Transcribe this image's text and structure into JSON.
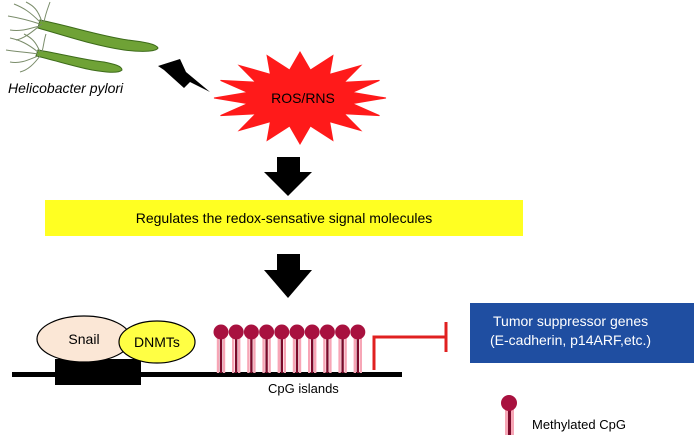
{
  "organism": {
    "name": "Helicobacter pylori"
  },
  "burst": {
    "label": "ROS/RNS",
    "color": "#ff1a1a"
  },
  "step": {
    "label": "Regulates the redox-sensative signal molecules",
    "color": "#ffff22"
  },
  "proteins": {
    "snail": "Snail",
    "dnmt": "DNMTs",
    "snail_color": "#fbe7d6",
    "dnmt_color": "#ffff44"
  },
  "dna": {
    "cpg_label": "CpG islands",
    "lollipop_count": 10,
    "lollipop_color": "#a8113f"
  },
  "target": {
    "line1": "Tumor suppressor genes",
    "line2": "(E-cadherin, p14ARF,etc.)",
    "color": "#1f4ea1"
  },
  "legend": {
    "label": "Methylated CpG"
  },
  "colors": {
    "inhibition": "#e02020",
    "arrow": "#000000"
  },
  "icons": [
    "bacterium-icon",
    "lightning-bolt-icon",
    "down-arrow-icon",
    "inhibition-bar-icon",
    "methylated-cpg-icon"
  ]
}
